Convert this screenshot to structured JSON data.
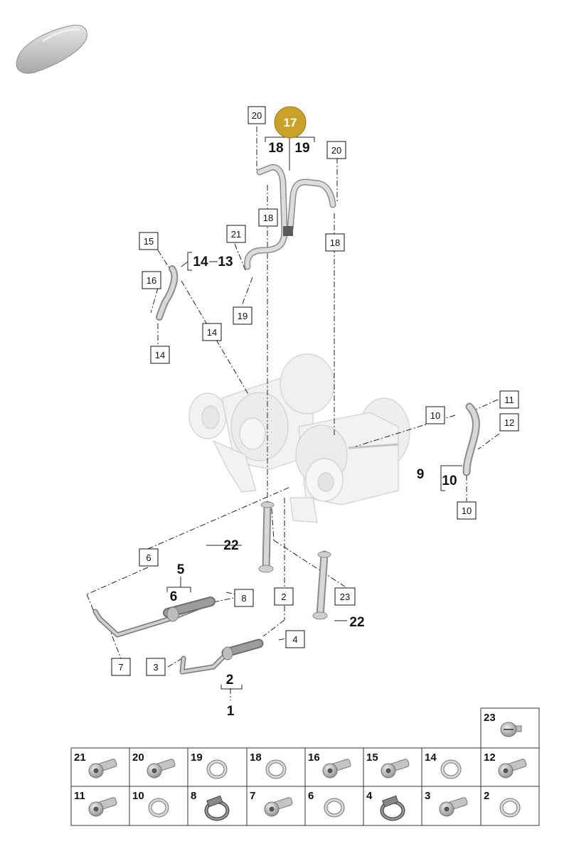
{
  "highlight": {
    "label": "17",
    "color": "#C9A227"
  },
  "callouts": [
    {
      "id": "c20a",
      "label": "20"
    },
    {
      "id": "c20b",
      "label": "20"
    },
    {
      "id": "c18a",
      "label": "18"
    },
    {
      "id": "c18b",
      "label": "18"
    },
    {
      "id": "c21",
      "label": "21"
    },
    {
      "id": "c19",
      "label": "19"
    },
    {
      "id": "c15",
      "label": "15"
    },
    {
      "id": "c16",
      "label": "16"
    },
    {
      "id": "c14a",
      "label": "14"
    },
    {
      "id": "c14b",
      "label": "14"
    },
    {
      "id": "c11",
      "label": "11"
    },
    {
      "id": "c10a",
      "label": "10"
    },
    {
      "id": "c12",
      "label": "12"
    },
    {
      "id": "c10b",
      "label": "10"
    },
    {
      "id": "c6",
      "label": "6"
    },
    {
      "id": "c8",
      "label": "8"
    },
    {
      "id": "c2",
      "label": "2"
    },
    {
      "id": "c23",
      "label": "23"
    },
    {
      "id": "c4",
      "label": "4"
    },
    {
      "id": "c3",
      "label": "3"
    },
    {
      "id": "c7",
      "label": "7"
    }
  ],
  "group_labels": [
    {
      "id": "g18",
      "label": "18"
    },
    {
      "id": "g19",
      "label": "19"
    },
    {
      "id": "g14",
      "label": "14"
    },
    {
      "id": "g13",
      "label": "13"
    },
    {
      "id": "g9",
      "label": "9"
    },
    {
      "id": "g10",
      "label": "10"
    },
    {
      "id": "g22a",
      "label": "22"
    },
    {
      "id": "g22b",
      "label": "22"
    },
    {
      "id": "g5",
      "label": "5"
    },
    {
      "id": "g6",
      "label": "6"
    },
    {
      "id": "g2",
      "label": "2"
    },
    {
      "id": "g1",
      "label": "1"
    }
  ],
  "parts_table": {
    "top_cell": {
      "label": "23",
      "kind": "screw-head"
    },
    "row1": [
      {
        "label": "21",
        "kind": "bolt"
      },
      {
        "label": "20",
        "kind": "bolt"
      },
      {
        "label": "19",
        "kind": "ring"
      },
      {
        "label": "18",
        "kind": "ring"
      },
      {
        "label": "16",
        "kind": "bolt"
      },
      {
        "label": "15",
        "kind": "bolt"
      },
      {
        "label": "14",
        "kind": "ring"
      },
      {
        "label": "12",
        "kind": "bolt"
      }
    ],
    "row2": [
      {
        "label": "11",
        "kind": "bolt"
      },
      {
        "label": "10",
        "kind": "ring"
      },
      {
        "label": "8",
        "kind": "clamp"
      },
      {
        "label": "7",
        "kind": "bolt"
      },
      {
        "label": "6",
        "kind": "ring"
      },
      {
        "label": "4",
        "kind": "clamp"
      },
      {
        "label": "3",
        "kind": "bolt"
      },
      {
        "label": "2",
        "kind": "ring"
      }
    ]
  }
}
